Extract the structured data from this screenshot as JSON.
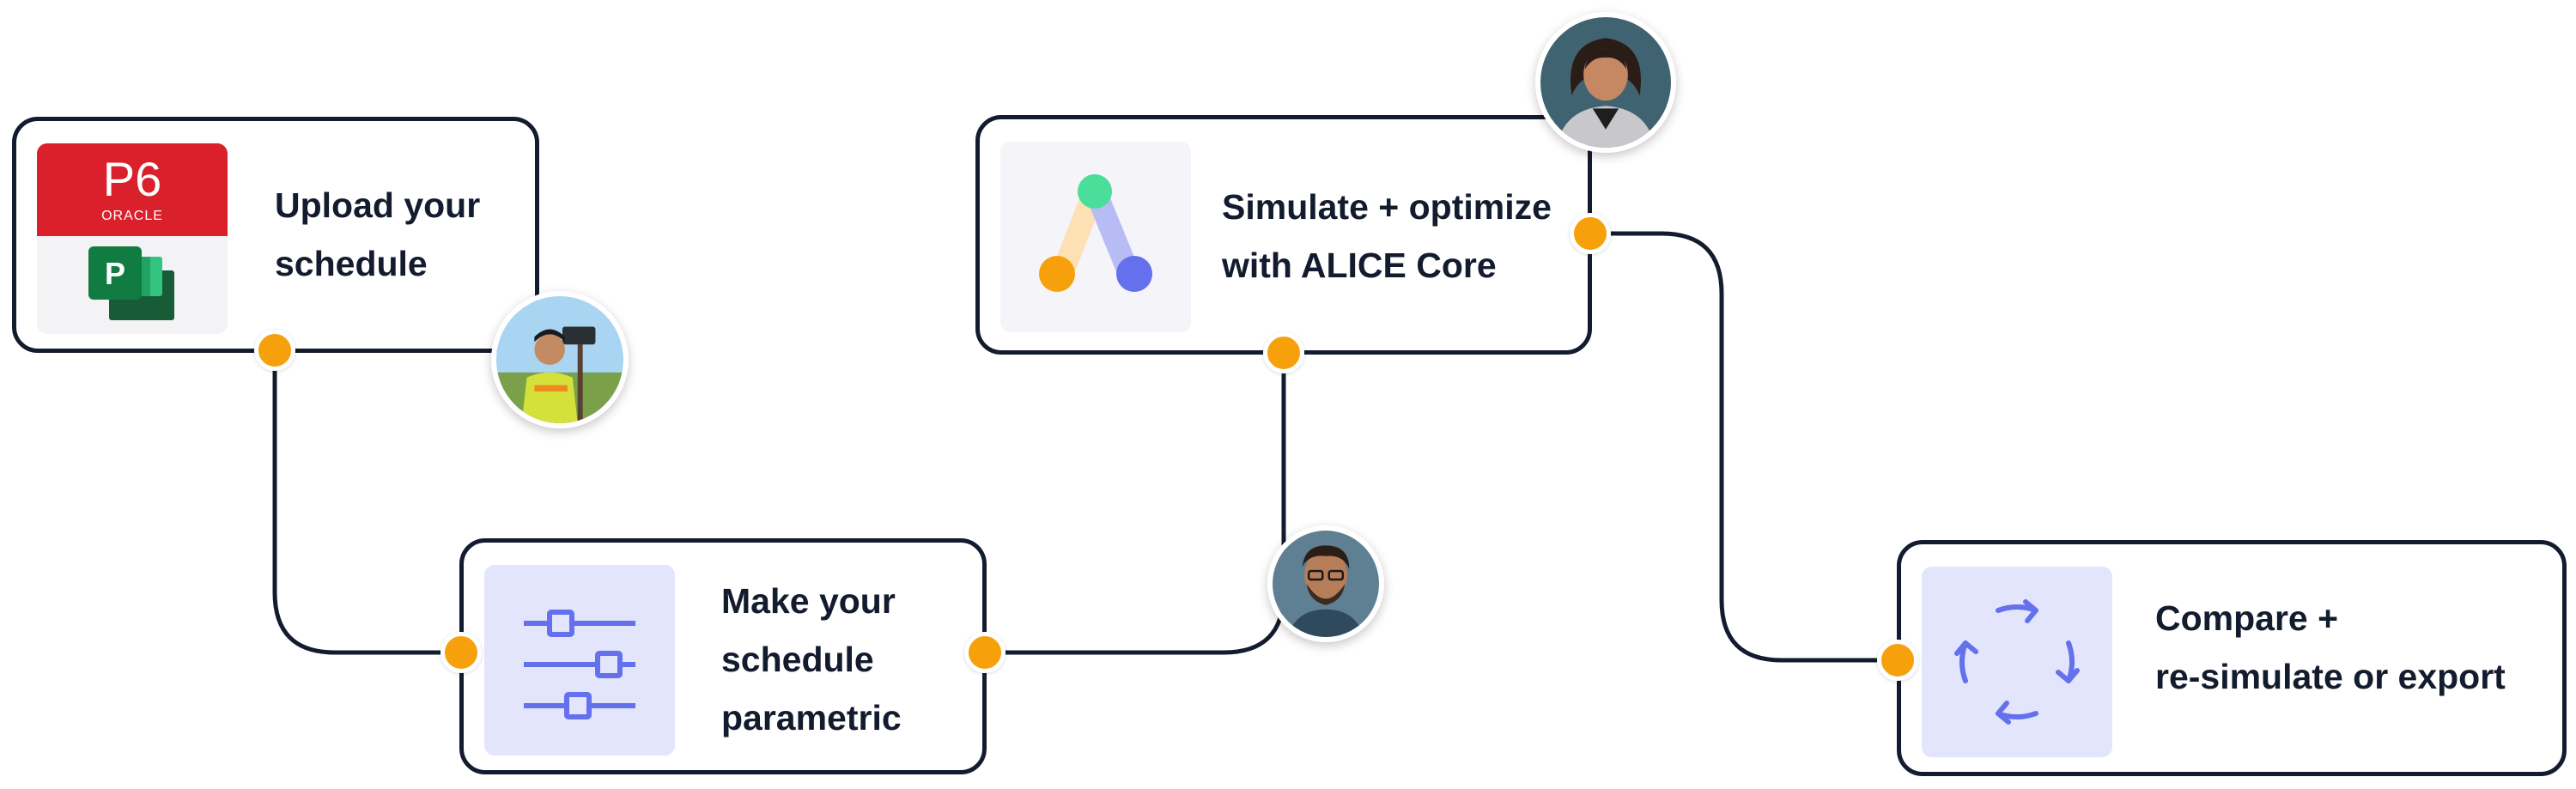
{
  "steps": [
    {
      "id": "upload",
      "lines": [
        "Upload your",
        "schedule"
      ]
    },
    {
      "id": "parametric",
      "lines": [
        "Make your",
        "schedule",
        "parametric"
      ]
    },
    {
      "id": "simulate",
      "lines": [
        "Simulate + optimize",
        "with ALICE Core"
      ]
    },
    {
      "id": "compare",
      "lines": [
        "Compare +",
        "re-simulate or export"
      ]
    }
  ],
  "logos": {
    "p6_title": "P6",
    "p6_vendor": "ORACLE",
    "project_letter": "P"
  },
  "icons": {
    "upload": "p6-and-project-logos",
    "parametric": "sliders-icon",
    "simulate": "alice-logo",
    "compare": "refresh-cycle-icon"
  },
  "colors": {
    "border": "#131c2e",
    "connector_dot": "#f6a10c",
    "icon_accent": "#6470ec",
    "tile_background": "#e2e5fb",
    "oracle_red": "#d9202b",
    "project_green": "#107c41"
  }
}
